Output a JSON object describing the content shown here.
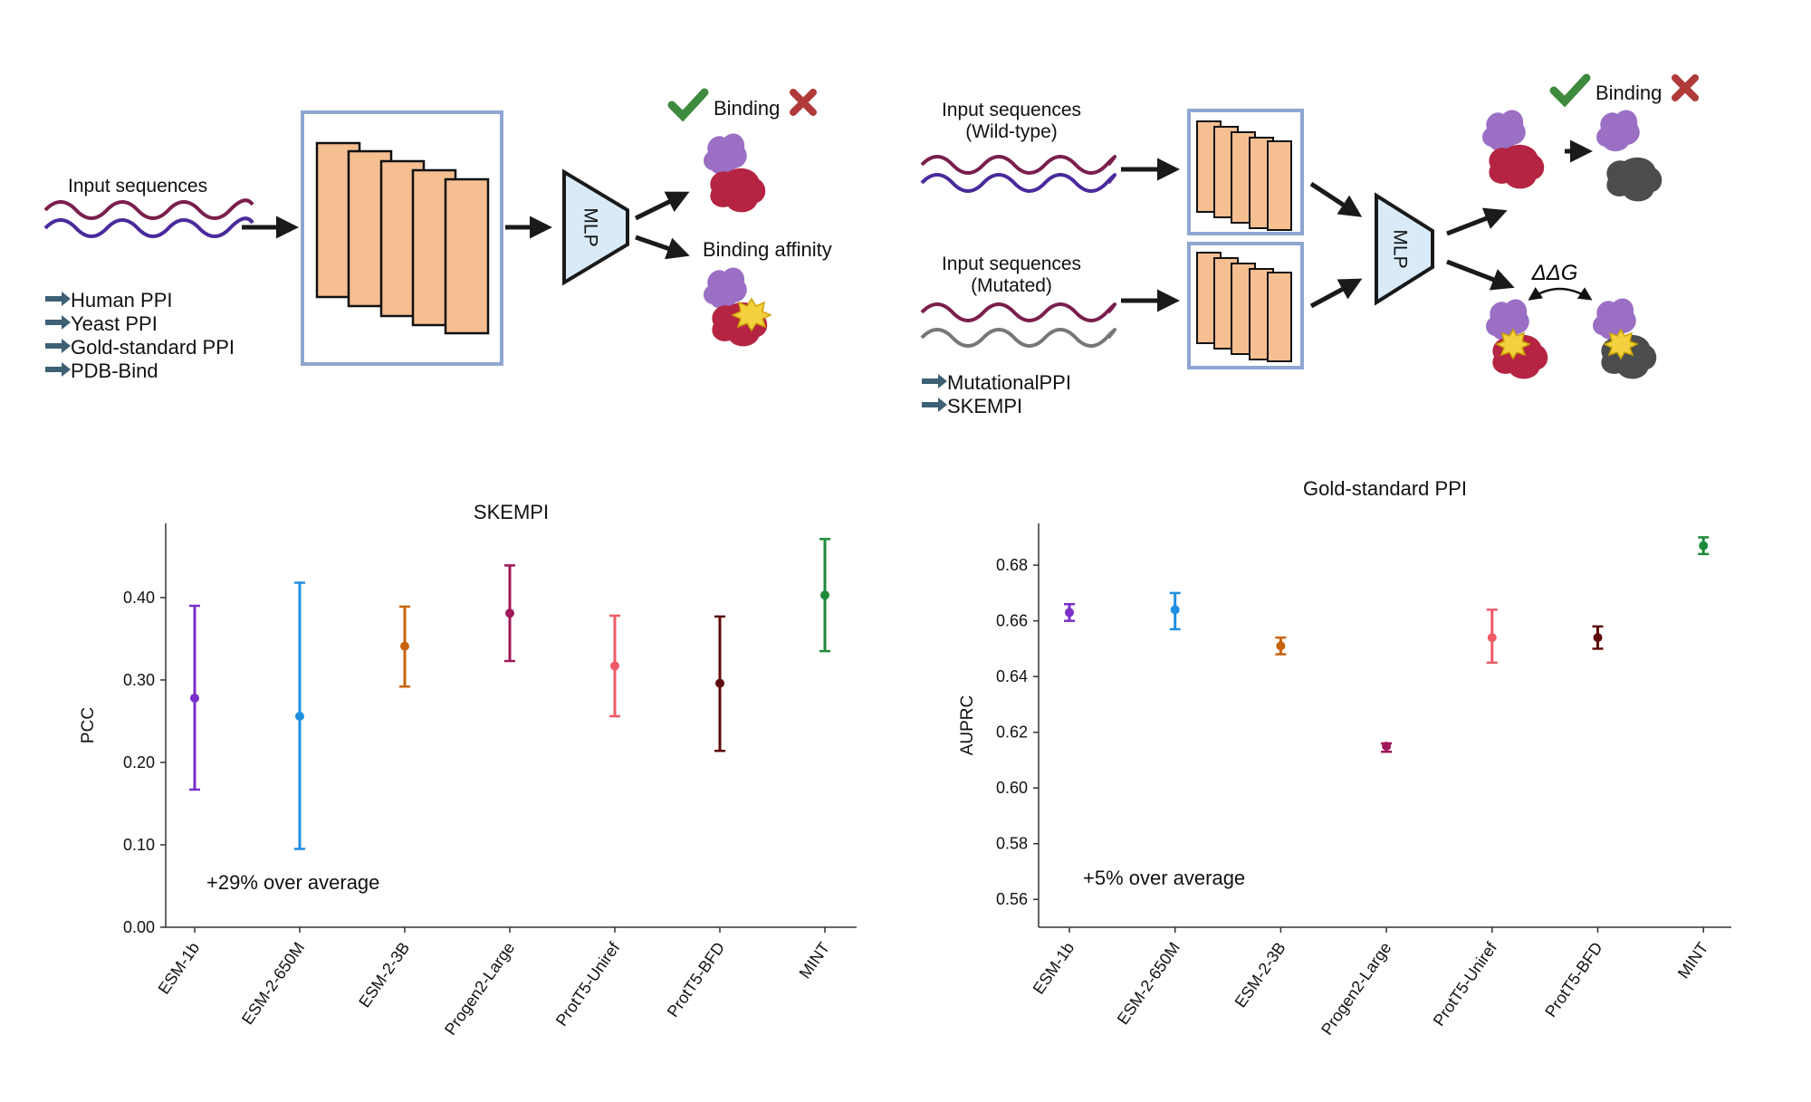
{
  "diagram_left": {
    "input_label": "Input sequences",
    "datasets": [
      "Human PPI",
      "Yeast PPI",
      "Gold-standard PPI",
      "PDB-Bind"
    ],
    "mlp_label": "MLP",
    "out_binding": "Binding",
    "out_affinity": "Binding affinity"
  },
  "diagram_right": {
    "wt_label_line1": "Input sequences",
    "wt_label_line2": "(Wild-type)",
    "mut_label_line1": "Input sequences",
    "mut_label_line2": "(Mutated)",
    "datasets": [
      "MutationalPPI",
      "SKEMPI"
    ],
    "mlp_label": "MLP",
    "out_binding": "Binding",
    "ddg_label": "ΔΔG"
  },
  "colors": {
    "purple": "#7b2fc9",
    "blue": "#1f8fe0",
    "orange": "#c8640e",
    "magenta": "#a0185a",
    "salmon": "#ef5a66",
    "darkred": "#5e0b0b",
    "green": "#1f8a3a",
    "layer_fill": "#f6bf91",
    "box_border": "#8fa6d0",
    "mlp_fill": "#d9ebf9"
  },
  "chart_data": [
    {
      "type": "scatter",
      "title": "SKEMPI",
      "ylabel": "PCC",
      "xlabel": "",
      "categories": [
        "ESM-1b",
        "ESM-2-650M",
        "ESM-2-3B",
        "Progen2-Large",
        "ProtT5-Uniref",
        "ProtT5-BFD",
        "MINT"
      ],
      "values": [
        0.278,
        0.256,
        0.341,
        0.381,
        0.317,
        0.296,
        0.403
      ],
      "err_low": [
        0.167,
        0.095,
        0.292,
        0.323,
        0.256,
        0.214,
        0.335
      ],
      "err_high": [
        0.39,
        0.418,
        0.389,
        0.439,
        0.378,
        0.377,
        0.471
      ],
      "colors": [
        "#7b2fc9",
        "#1f8fe0",
        "#c8640e",
        "#a0185a",
        "#ef5a66",
        "#5e0b0b",
        "#1f8a3a"
      ],
      "ylim": [
        0.0,
        0.49
      ],
      "yticks": [
        "0.00",
        "0.10",
        "0.20",
        "0.30",
        "0.40"
      ],
      "annotation": "+29% over average"
    },
    {
      "type": "scatter",
      "title": "Gold-standard PPI",
      "ylabel": "AUPRC",
      "xlabel": "",
      "categories": [
        "ESM-1b",
        "ESM-2-650M",
        "ESM-2-3B",
        "Progen2-Large",
        "ProtT5-Uniref",
        "ProtT5-BFD",
        "MINT"
      ],
      "values": [
        0.663,
        0.664,
        0.651,
        0.615,
        0.654,
        0.654,
        0.687
      ],
      "err_low": [
        0.66,
        0.657,
        0.648,
        0.613,
        0.645,
        0.65,
        0.684
      ],
      "err_high": [
        0.666,
        0.67,
        0.654,
        0.616,
        0.664,
        0.658,
        0.69
      ],
      "colors": [
        "#7b2fc9",
        "#1f8fe0",
        "#c8640e",
        "#a0185a",
        "#ef5a66",
        "#5e0b0b",
        "#1f8a3a"
      ],
      "ylim": [
        0.55,
        0.695
      ],
      "yticks": [
        "0.56",
        "0.58",
        "0.60",
        "0.62",
        "0.64",
        "0.66",
        "0.68"
      ],
      "annotation": "+5% over average"
    }
  ]
}
